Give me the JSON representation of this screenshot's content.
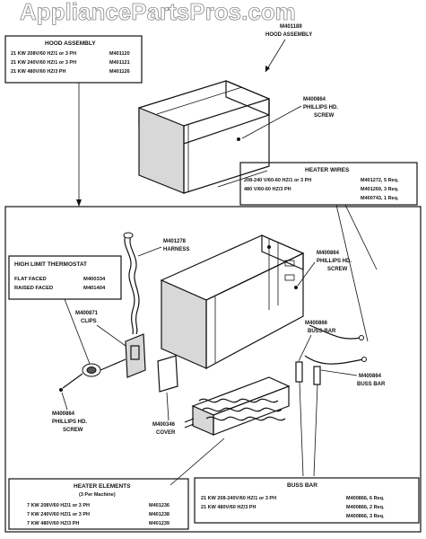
{
  "watermark": "AppliancePartsPros.com",
  "hood_assembly": {
    "part": "M401189",
    "name": "HOOD ASSEMBLY"
  },
  "top_box": {
    "title": "HOOD ASSEMBLY",
    "rows": [
      {
        "label": "21 KW 208V/60 HZ/1 or 3 PH",
        "part": "M401120"
      },
      {
        "label": "21 KW 240V/60 HZ/1 or 3 PH",
        "part": "M401121"
      },
      {
        "label": "21 KW 480V/60 HZ/3 PH",
        "part": "M401126"
      }
    ]
  },
  "top_screw": {
    "part": "M400864",
    "line1": "PHILLIPS HD.",
    "line2": "SCREW"
  },
  "heater_wires": {
    "title": "HEATER WIRES",
    "rows": [
      {
        "label": "208-240 V/60-60 HZ/1 or 3 PH",
        "part": "M401272, 5 Req."
      },
      {
        "label": "480 V/60-60 HZ/3 PH",
        "part": "M401269, 3 Req."
      },
      {
        "label": "",
        "part": "M400743, 1 Req."
      }
    ]
  },
  "harness": {
    "part": "M401278",
    "name": "HARNESS"
  },
  "high_limit": {
    "title": "HIGH LIMIT THERMOSTAT",
    "rows": [
      {
        "label": "FLAT FACED",
        "part": "M400334"
      },
      {
        "label": "RAISED FACED",
        "part": "M401404"
      }
    ]
  },
  "clips": {
    "part": "M400871",
    "name": "CLIPS"
  },
  "mid_screw": {
    "part": "M400864",
    "line1": "PHILLIPS HD.",
    "line2": "SCREW"
  },
  "buss_bar_1": {
    "part": "M400866",
    "name": "BUSS BAR"
  },
  "buss_bar_2": {
    "part": "M400864",
    "name": "BUSS BAR"
  },
  "low_screw": {
    "part": "M400864",
    "line1": "PHILLIPS HD.",
    "line2": "SCREW"
  },
  "cover": {
    "part": "M400346",
    "name": "COVER"
  },
  "heater_elements": {
    "title": "HEATER ELEMENTS",
    "subtitle": "(3 Per Machine)",
    "rows": [
      {
        "label": "7 KW 208V/60 HZ/1 or 3 PH",
        "part": "M401236"
      },
      {
        "label": "7 KW 240V/60 HZ/1 or 3 PH",
        "part": "M401238"
      },
      {
        "label": "7 KW 480V/60 HZ/3 PH",
        "part": "M401239"
      }
    ]
  },
  "buss_bar_box": {
    "title": "BUSS BAR",
    "rows": [
      {
        "label": "21 KW 208-240V/60 HZ/1 or 3 PH",
        "part": "M400866, 6 Req."
      },
      {
        "label": "21 KW 480V/60 HZ/3 PH",
        "part": "M400866, 2 Req."
      },
      {
        "label": "",
        "part": "M400866, 3 Req."
      }
    ]
  }
}
